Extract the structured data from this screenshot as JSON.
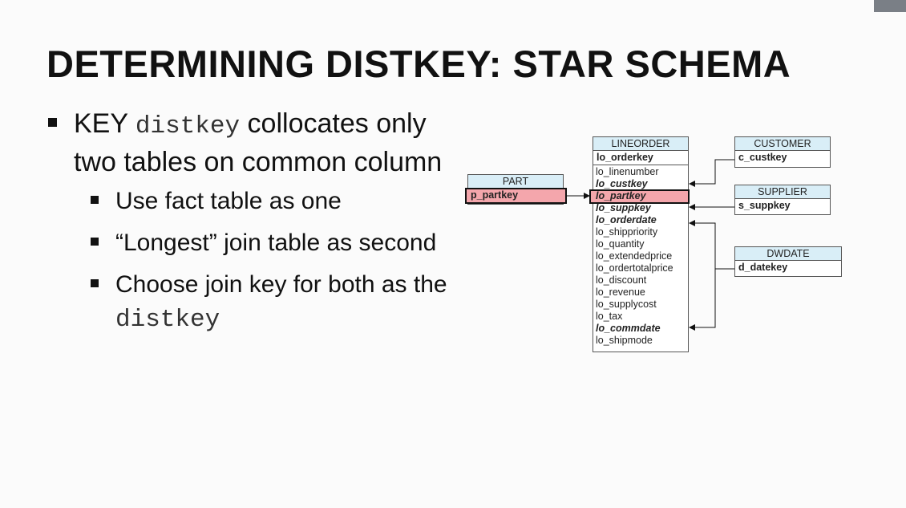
{
  "slide": {
    "title": "DETERMINING DISTKEY: STAR SCHEMA",
    "bullet1": {
      "pre": "KEY ",
      "code": "distkey",
      "post": " collocates only two tables on common column"
    },
    "sub1": "Use fact table as one",
    "sub2": "“Longest” join table as second",
    "sub3": {
      "text": "Choose join key for both as the ",
      "code": "distkey"
    }
  },
  "diagram": {
    "lineorder": {
      "name": "LINEORDER",
      "key": "lo_orderkey",
      "fields": [
        "lo_linenumber",
        "lo_custkey",
        "lo_partkey",
        "lo_suppkey",
        "lo_orderdate",
        "lo_shippriority",
        "lo_quantity",
        "lo_extendedprice",
        "lo_ordertotalprice",
        "lo_discount",
        "lo_revenue",
        "lo_supplycost",
        "lo_tax",
        "lo_commdate",
        "lo_shipmode"
      ]
    },
    "part": {
      "name": "PART",
      "key": "p_partkey"
    },
    "customer": {
      "name": "CUSTOMER",
      "key": "c_custkey"
    },
    "supplier": {
      "name": "SUPPLIER",
      "key": "s_suppkey"
    },
    "dwdate": {
      "name": "DWDATE",
      "key": "d_datekey"
    },
    "colors": {
      "header": "#d9eef7",
      "highlight": "#f4a6ac"
    }
  }
}
